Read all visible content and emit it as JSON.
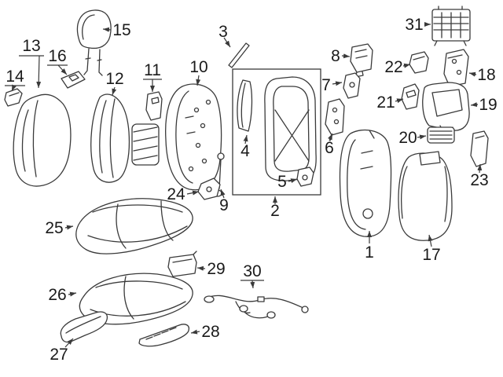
{
  "page": {
    "background_color": "#ffffff",
    "line_color": "#3a3a3a",
    "text_color": "#1a1a1a"
  },
  "diagram": {
    "description": "exploded-seat-parts-diagram",
    "callouts": [
      {
        "label": "1"
      },
      {
        "label": "2"
      },
      {
        "label": "3"
      },
      {
        "label": "4"
      },
      {
        "label": "5"
      },
      {
        "label": "6"
      },
      {
        "label": "7"
      },
      {
        "label": "8"
      },
      {
        "label": "9"
      },
      {
        "label": "10"
      },
      {
        "label": "11"
      },
      {
        "label": "12"
      },
      {
        "label": "13"
      },
      {
        "label": "14"
      },
      {
        "label": "15"
      },
      {
        "label": "16"
      },
      {
        "label": "17"
      },
      {
        "label": "18"
      },
      {
        "label": "19"
      },
      {
        "label": "20"
      },
      {
        "label": "21"
      },
      {
        "label": "22"
      },
      {
        "label": "23"
      },
      {
        "label": "24"
      },
      {
        "label": "25"
      },
      {
        "label": "26"
      },
      {
        "label": "27"
      },
      {
        "label": "28"
      },
      {
        "label": "29"
      },
      {
        "label": "30"
      },
      {
        "label": "31"
      }
    ]
  }
}
